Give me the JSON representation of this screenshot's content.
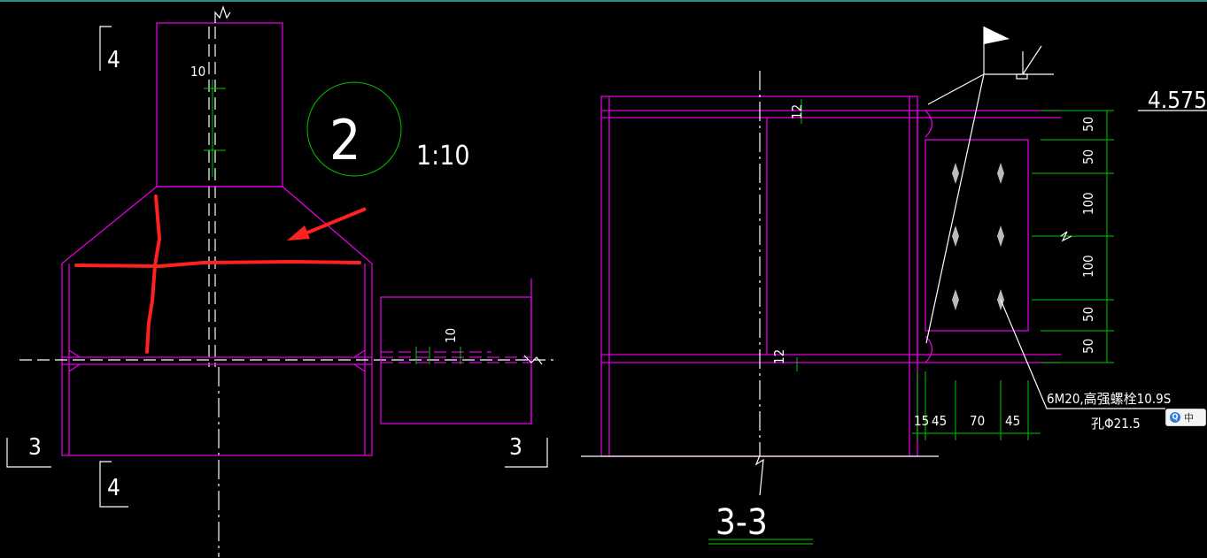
{
  "drawing": {
    "detail_number": "2",
    "scale": "1:10",
    "section_label": "3-3",
    "section_mark_3": "3",
    "section_mark_4": "4",
    "weld_size": "10",
    "flange_thickness": "12",
    "elevation": "4.575",
    "bolt_note": "6M20,高强螺栓10.9S",
    "hole_note": "孔Φ21.5",
    "vertical_dims": [
      "50",
      "50",
      "100",
      "100",
      "50",
      "50"
    ],
    "horizontal_dims": [
      "15",
      "45",
      "70",
      "45"
    ]
  },
  "ime": {
    "icon": "Q",
    "label": "中"
  },
  "colors": {
    "geometry": "#e000e0",
    "dimension": "#00c800",
    "annotation": "#ff2020",
    "text": "#ffffff"
  }
}
